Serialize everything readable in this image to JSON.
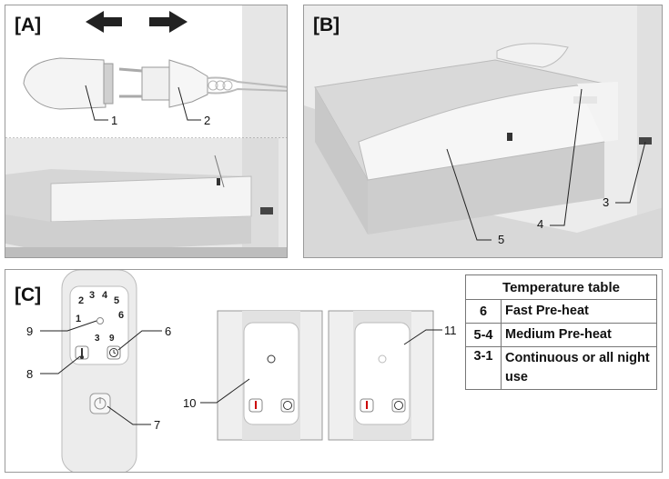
{
  "panels": {
    "a": {
      "label": "[A]"
    },
    "b": {
      "label": "[B]"
    },
    "c": {
      "label": "[C]"
    }
  },
  "callouts": [
    "1",
    "2",
    "3",
    "4",
    "5",
    "6",
    "7",
    "8",
    "9",
    "10",
    "11"
  ],
  "controller_left": {
    "digits": [
      "2",
      "3",
      "4",
      "5",
      "6",
      "1",
      "3",
      "9"
    ],
    "icons": [
      "power-icon",
      "thermometer-icon",
      "timer-icon"
    ]
  },
  "temperature_table": {
    "title": "Temperature table",
    "rows": [
      {
        "setting": "6",
        "mode": "Fast Pre-heat"
      },
      {
        "setting": "5-4",
        "mode": "Medium Pre-heat"
      },
      {
        "setting": "3-1",
        "mode": "Continuous or all night use"
      }
    ]
  }
}
